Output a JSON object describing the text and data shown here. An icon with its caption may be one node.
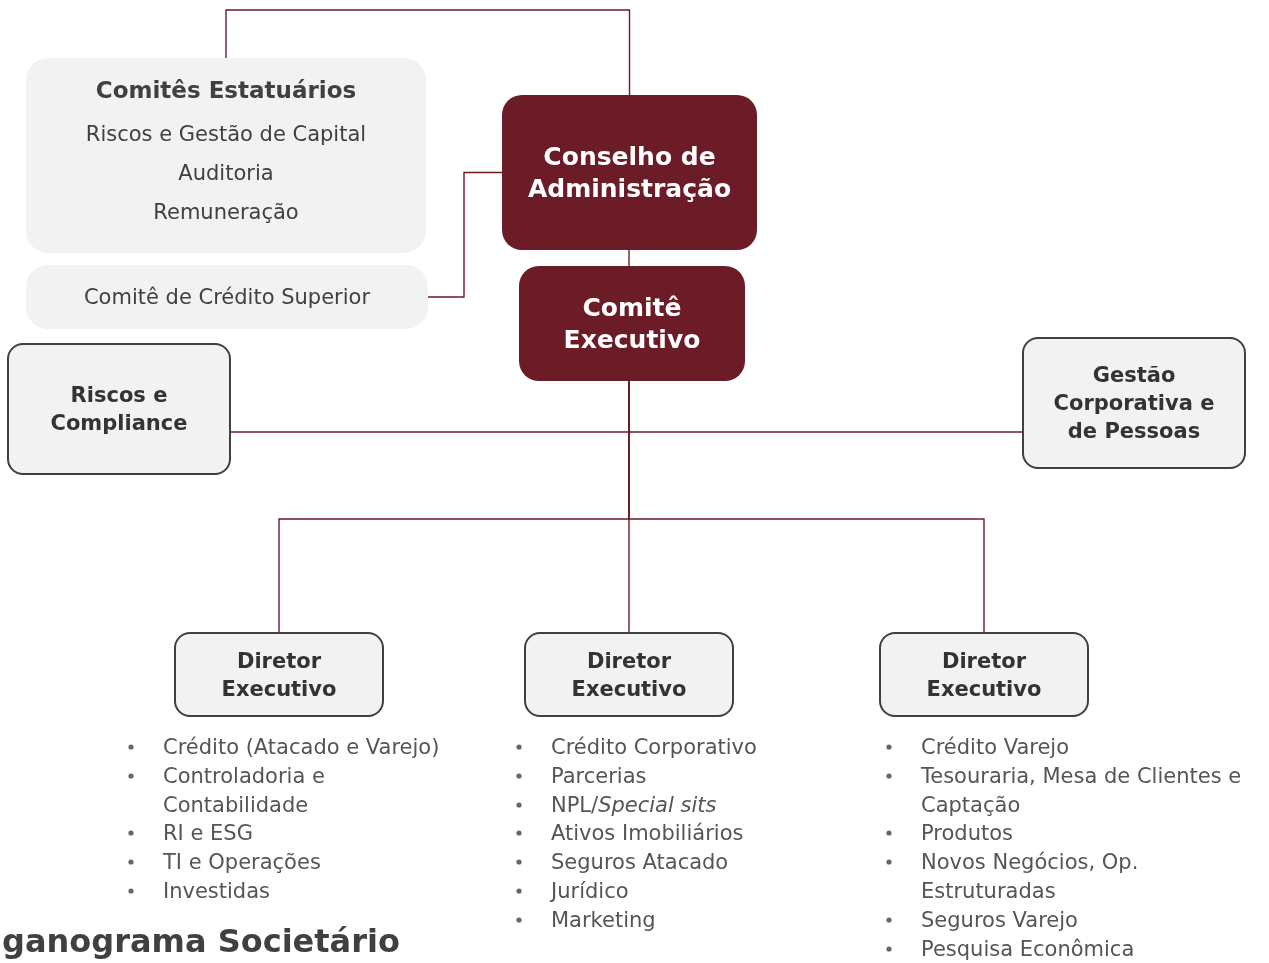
{
  "diagram": {
    "nodes": [
      {
        "text": [
          "Comitês Estatuários",
          "Riscos e Gestão de Capital",
          "Auditoria",
          "Remuneração"
        ]
      },
      {
        "text": [
          "Comitê de Crédito Superior"
        ]
      },
      {
        "text": [
          "Conselho de Administração"
        ]
      },
      {
        "text": [
          "Comitê Executivo"
        ]
      },
      {
        "text": [
          "Riscos e Compliance"
        ]
      },
      {
        "text": [
          "Gestão Corporativa e de Pessoas"
        ]
      },
      {
        "text": [
          "Diretor Executivo"
        ],
        "beside": [
          "Crédito (Atacado e Varejo)",
          "Controladoria e Contabilidade",
          "RI e ESG",
          "TI e Operações",
          "Investidas"
        ]
      },
      {
        "text": [
          "Diretor Executivo"
        ],
        "beside": [
          "Crédito Corporativo",
          "Parcerias",
          "NPL/*Special sits*",
          "Ativos Imobiliários",
          "Seguros Atacado",
          "Jurídico",
          "Marketing"
        ]
      },
      {
        "text": [
          "Diretor Executivo"
        ],
        "beside": [
          "Crédito Varejo",
          "Tesouraria, Mesa de Clientes e Captação",
          "Produtos",
          "Novos Negócios, Op. Estruturadas",
          "Seguros Varejo",
          "Pesquisa Econômica"
        ]
      }
    ],
    "edges": [
      {
        "from": 0,
        "to": 2,
        "arrow": "none"
      },
      {
        "from": 1,
        "to": 2,
        "arrow": "none"
      },
      {
        "from": 2,
        "to": 3,
        "arrow": "none"
      },
      {
        "from": 3,
        "to": 4,
        "arrow": "none"
      },
      {
        "from": 3,
        "to": 5,
        "arrow": "none"
      },
      {
        "from": 3,
        "to": 6,
        "arrow": "none"
      },
      {
        "from": 3,
        "to": 7,
        "arrow": "none"
      },
      {
        "from": 3,
        "to": 8,
        "arrow": "none"
      }
    ],
    "labels": [
      "ganograma Societário"
    ]
  }
}
